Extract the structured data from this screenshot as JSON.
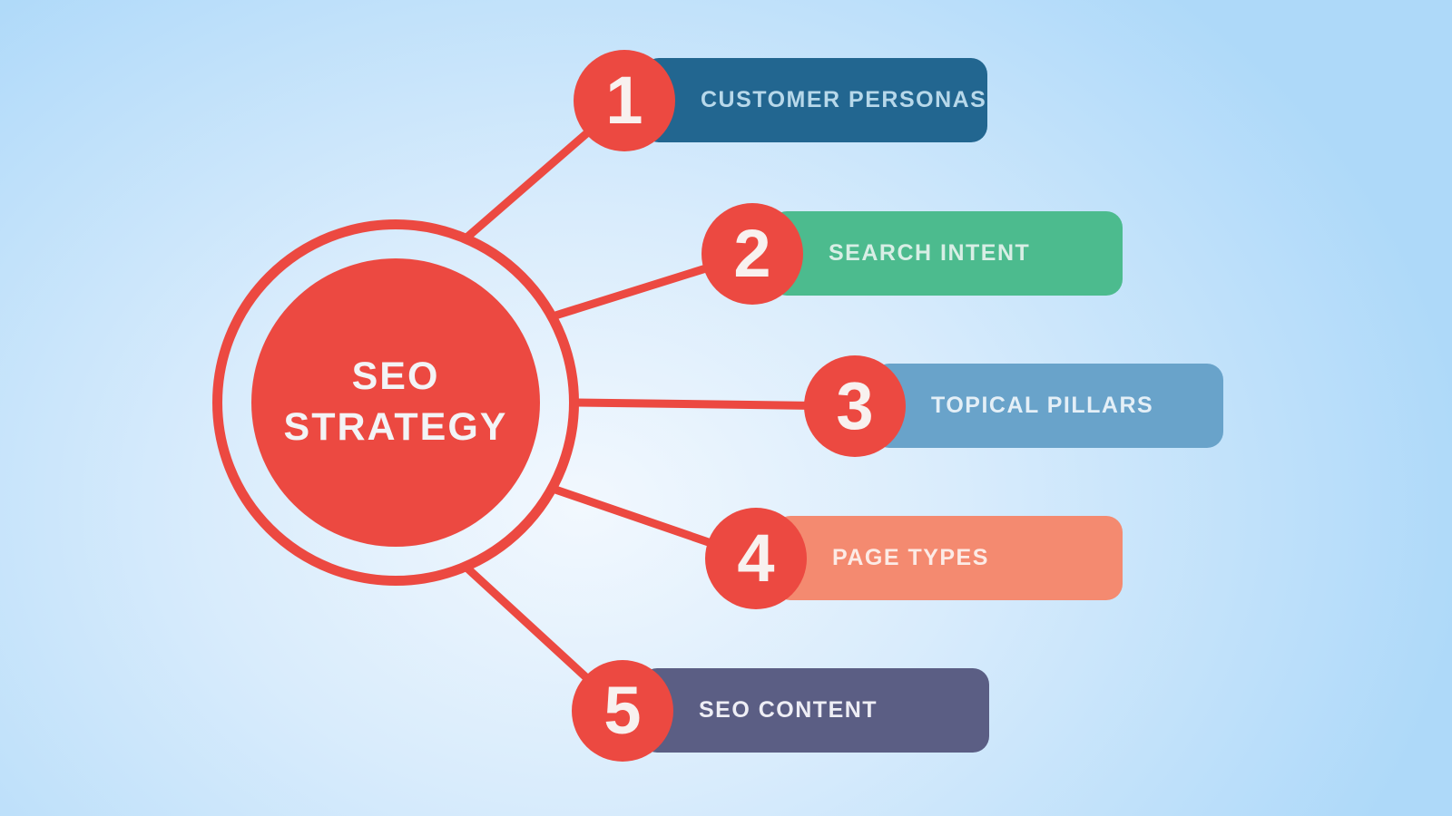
{
  "diagram": {
    "center": {
      "title_line1": "SEO",
      "title_line2": "STRATEGY"
    },
    "items": [
      {
        "number": "1",
        "label": "CUSTOMER PERSONAS",
        "bar_color": "#226690",
        "text_color": "#b7d8ea"
      },
      {
        "number": "2",
        "label": "SEARCH INTENT",
        "bar_color": "#4cbb8e",
        "text_color": "#d8eee5"
      },
      {
        "number": "3",
        "label": "TOPICAL PILLARS",
        "bar_color": "#69a3ca",
        "text_color": "#e4eff7"
      },
      {
        "number": "4",
        "label": "PAGE TYPES",
        "bar_color": "#f48a70",
        "text_color": "#fcebe6"
      },
      {
        "number": "5",
        "label": "SEO CONTENT",
        "bar_color": "#5b5e84",
        "text_color": "#eeeef5"
      }
    ],
    "colors": {
      "accent_red": "#ec4941",
      "number_text": "#f8f1ef",
      "center_text": "#f3f4f6",
      "background_center": "#f2f8fe",
      "background_edge": "#aed9f9"
    }
  }
}
